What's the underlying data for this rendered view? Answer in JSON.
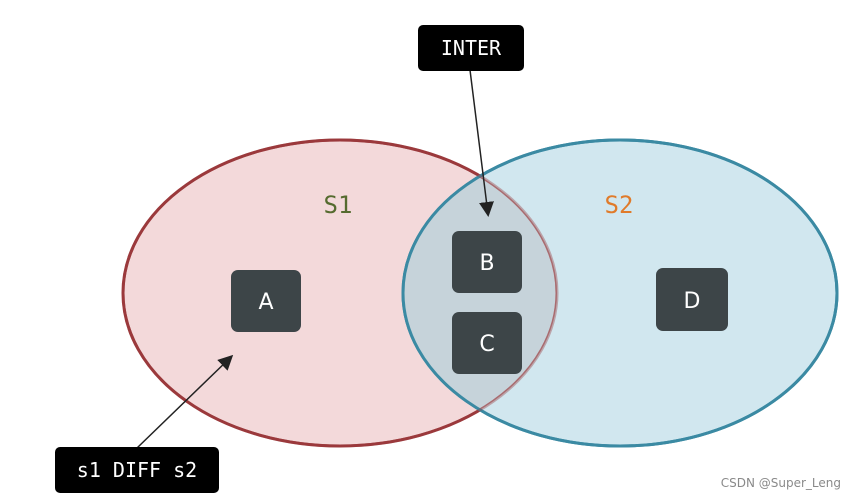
{
  "diagram": {
    "sets": [
      {
        "label": "S1",
        "color": "#556b2f",
        "fill": "#f3d9da",
        "stroke": "#9b3a3c"
      },
      {
        "label": "S2",
        "color": "#e07b2a",
        "fill": "#cfe6ee",
        "stroke": "#3b8aa3"
      }
    ],
    "elements": [
      "A",
      "B",
      "C",
      "D"
    ],
    "callouts": {
      "inter": "INTER",
      "diff": "s1 DIFF s2"
    }
  },
  "watermark": "CSDN @Super_Leng"
}
